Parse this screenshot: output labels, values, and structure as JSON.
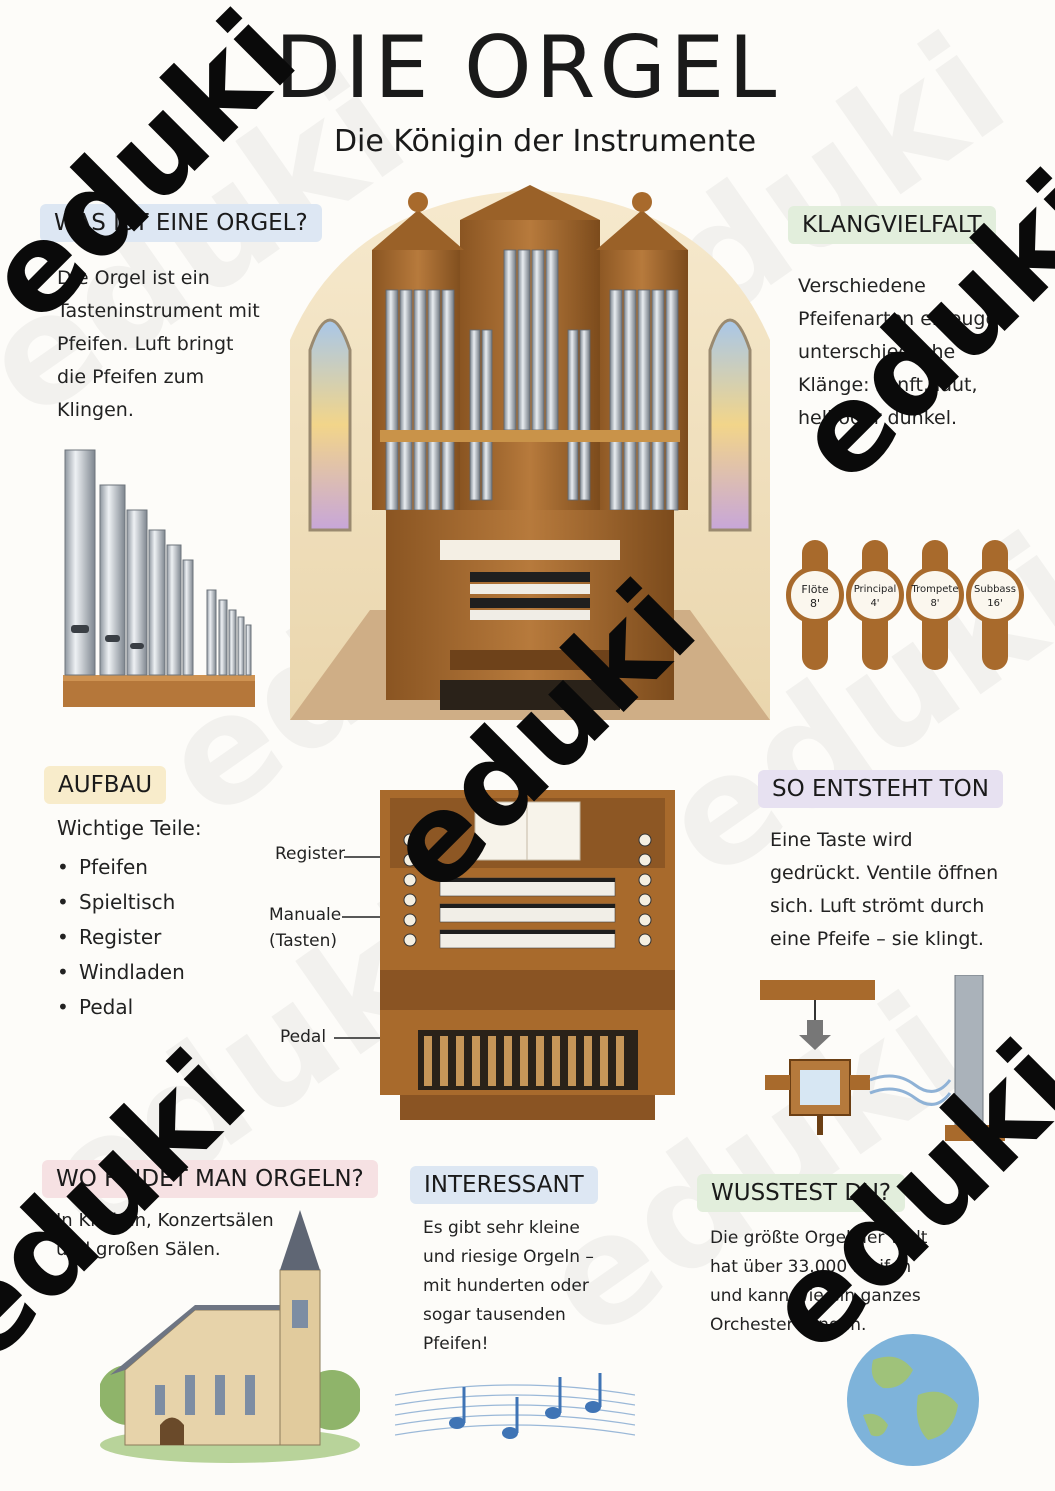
{
  "poster": {
    "title": "DIE ORGEL",
    "subtitle": "Die Königin der Instrumente"
  },
  "sections": {
    "was": {
      "heading": "WAS IST EINE ORGEL?",
      "text": [
        "Die Orgel ist ein",
        "Tasteninstrument mit",
        "Pfeifen. Luft bringt",
        "die Pfeifen zum",
        "Klingen."
      ]
    },
    "klang": {
      "heading": "KLANGVIELFALT",
      "text": [
        "Verschiedene",
        "Pfeifenarten erzeugen",
        "unterschiedliche",
        "Klänge: sanft, laut,",
        "hell oder dunkel."
      ]
    },
    "aufbau": {
      "heading": "AUFBAU",
      "intro": "Wichtige Teile:",
      "items": [
        "Pfeifen",
        "Spieltisch",
        "Register",
        "Windladen",
        "Pedal"
      ]
    },
    "ton": {
      "heading": "SO ENTSTEHT TON",
      "text": [
        "Eine Taste wird",
        "gedrückt. Ventile öffnen",
        "sich. Luft strömt durch",
        "eine Pfeife – sie klingt."
      ]
    },
    "wo": {
      "heading": "WO FINDET MAN ORGELN?",
      "text": [
        "In Kirchen, Konzertsälen",
        "und großen Sälen."
      ]
    },
    "interessant": {
      "heading": "INTERESSANT",
      "text": [
        "Es gibt sehr kleine",
        "und riesige Orgeln –",
        "mit hunderten oder",
        "sogar tausenden",
        "Pfeifen!"
      ]
    },
    "wusstest": {
      "heading": "WUSSTEST DU?",
      "text": [
        "Die größte Orgel der Welt",
        "hat über 33.000 Pfeifen",
        "und kann wie ein ganzes",
        "Orchester klingen."
      ]
    }
  },
  "stops": [
    {
      "name": "Flöte",
      "size": "8'"
    },
    {
      "name": "Principal",
      "size": "4'"
    },
    {
      "name": "Trompete",
      "size": "8'"
    },
    {
      "name": "Subbass",
      "size": "16'"
    }
  ],
  "console_labels": {
    "register": "Register",
    "manuale_1": "Manuale",
    "manuale_2": "(Tasten)",
    "pedal": "Pedal"
  },
  "watermark": "eduki",
  "colors": {
    "blue_tab": "#dde7f3",
    "green_tab": "#e2eedc",
    "yellow_tab": "#f8eccb",
    "purple_tab": "#e7e1f1",
    "pink_tab": "#f6e1e3",
    "wood": "#a86a2c"
  }
}
